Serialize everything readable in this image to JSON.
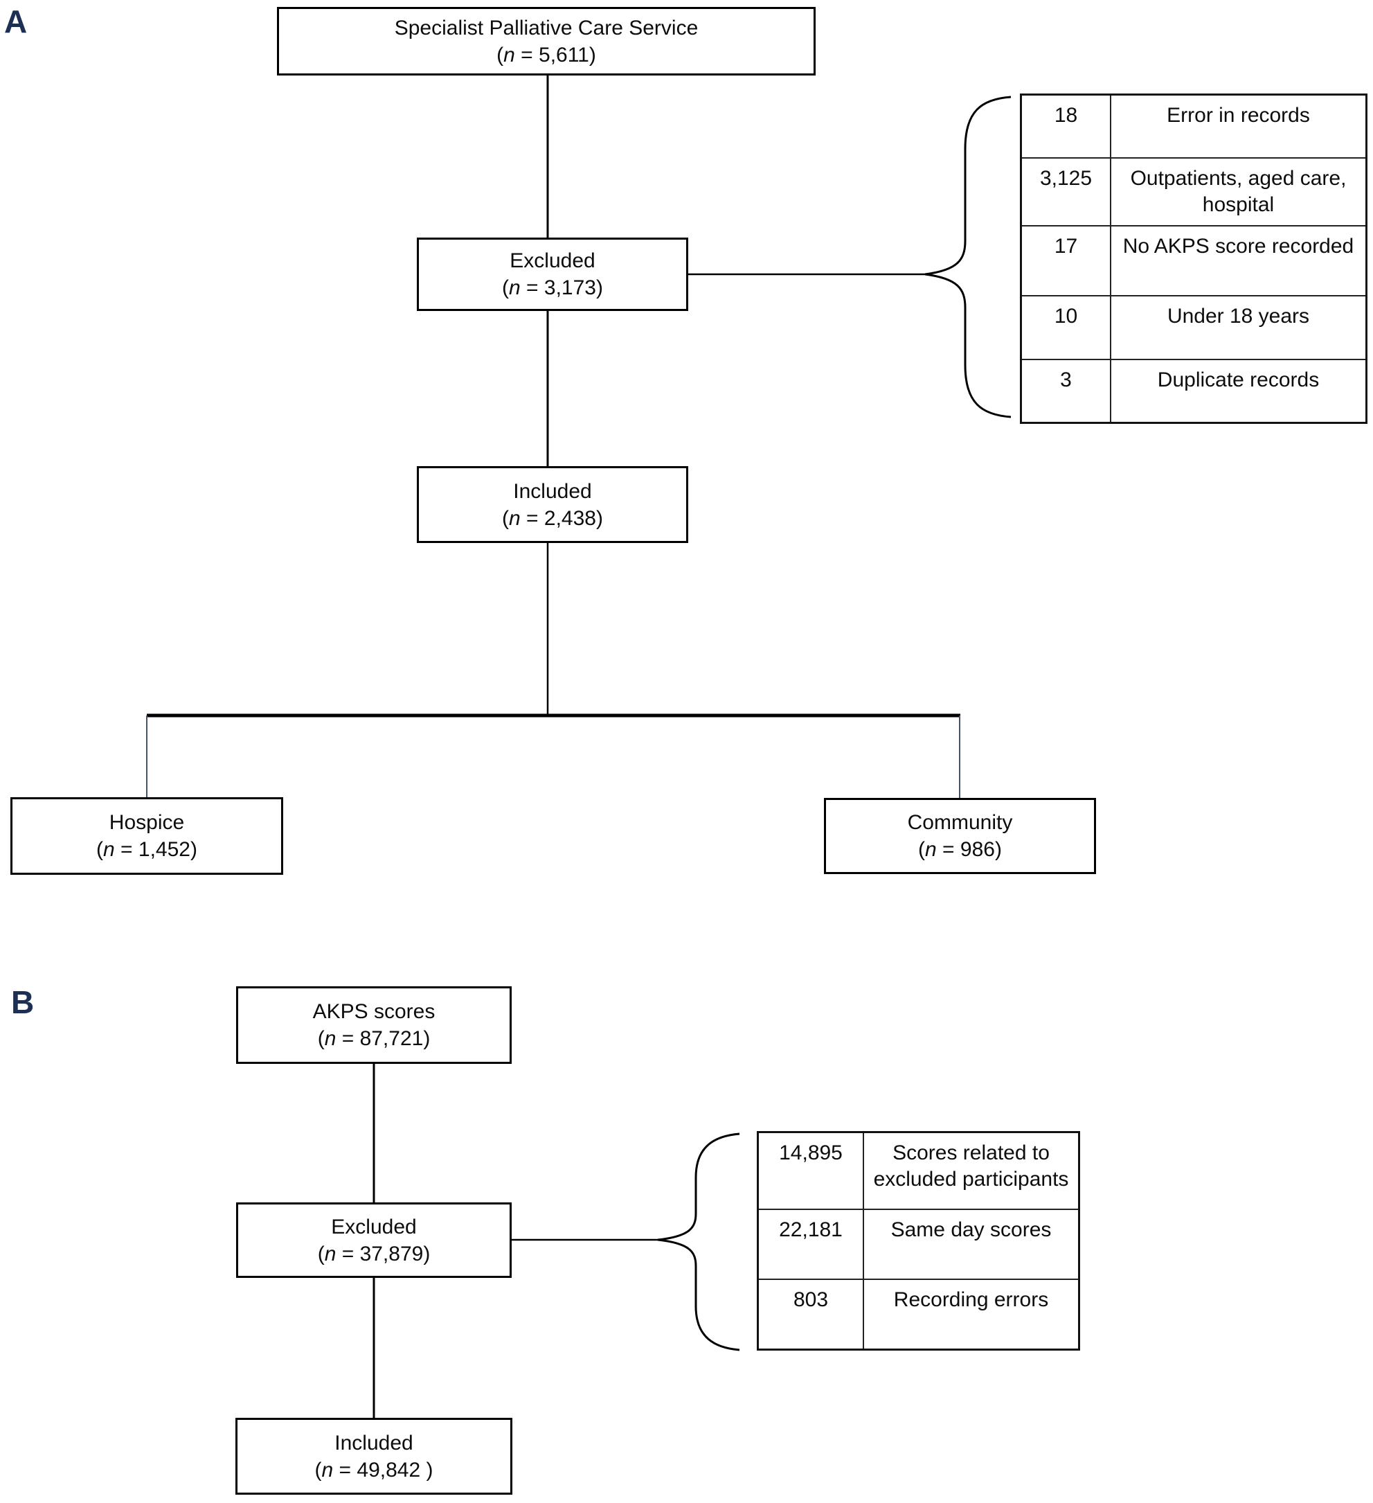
{
  "figure": {
    "type": "flow-diagram",
    "panels": [
      "A",
      "B"
    ]
  },
  "panel_a": {
    "label": "A",
    "top_box": {
      "title": "Specialist Palliative Care Service",
      "count": "(n = 5,611)"
    },
    "excluded_box": {
      "title": "Excluded",
      "count": "(n = 3,173)"
    },
    "included_box": {
      "title": "Included",
      "count": "(n = 2,438)"
    },
    "hospice_box": {
      "title": "Hospice",
      "count": "(n = 1,452)"
    },
    "community_box": {
      "title": "Community",
      "count": "(n = 986)"
    },
    "exclusion_table": {
      "rows": [
        {
          "count": "18",
          "reason": "Error in records"
        },
        {
          "count": "3,125",
          "reason": "Outpatients, aged care, hospital"
        },
        {
          "count": "17",
          "reason": "No AKPS score recorded"
        },
        {
          "count": "10",
          "reason": "Under 18 years"
        },
        {
          "count": "3",
          "reason": "Duplicate records"
        }
      ]
    }
  },
  "panel_b": {
    "label": "B",
    "top_box": {
      "title": "AKPS scores",
      "count": "(n = 87,721)"
    },
    "excluded_box": {
      "title": "Excluded",
      "count": "(n = 37,879)"
    },
    "included_box": {
      "title": "Included",
      "count": "(n = 49,842 )"
    },
    "exclusion_table": {
      "rows": [
        {
          "count": "14,895",
          "reason": "Scores related to excluded participants"
        },
        {
          "count": "22,181",
          "reason": "Same day scores"
        },
        {
          "count": "803",
          "reason": "Recording errors"
        }
      ]
    }
  },
  "colors": {
    "panel_label": "#1d2f52",
    "line": "#000000",
    "branch_line": "#44546a",
    "box_border": "#000000",
    "background": "#ffffff"
  }
}
